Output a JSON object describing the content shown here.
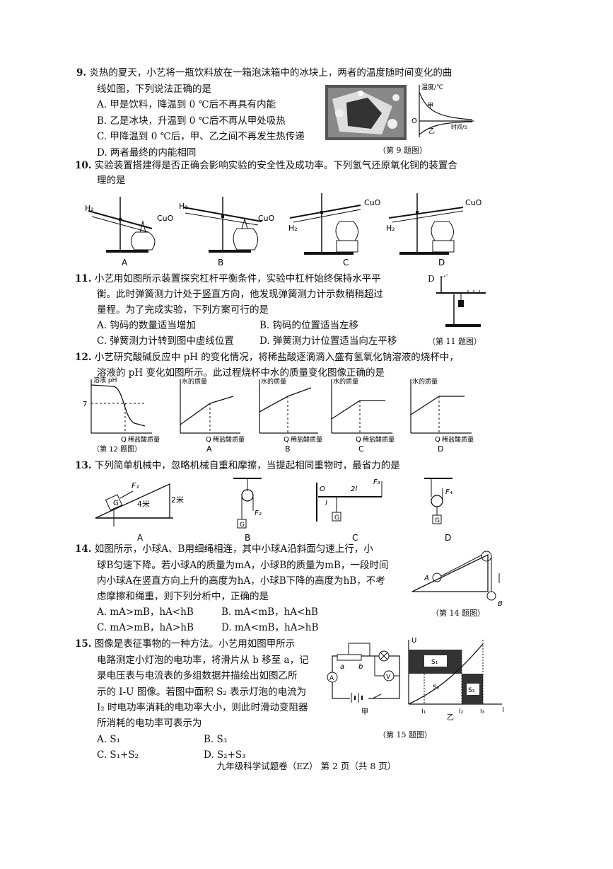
{
  "q9": {
    "num": "9.",
    "stem1": "炎热的夏天，小艺将一瓶饮料放在一箱泡沫箱中的冰块上，两者的温度随时间变化的曲",
    "stem2": "线如图，下列说法正确的是",
    "options": [
      "A. 甲是饮料，降温到 0 ℃后不再具有内能",
      "B. 乙是冰块，升温到 0 ℃后不再从甲处吸热",
      "C. 甲降温到 0 ℃后，甲、乙之间不再发生热传递",
      "D. 两者最终的内能相同"
    ],
    "graph": {
      "ylabel": "温度/℃",
      "xlabel": "时间/s",
      "origin": "O",
      "curve1": "甲",
      "curve2": "乙"
    },
    "caption": "（第 9 题图）"
  },
  "q10": {
    "num": "10.",
    "stem1": "实验装置搭建得是否正确会影响实验的安全性及成功率。下列氢气还原氧化铜的装置合",
    "stem2": "理的是",
    "h2": "H₂",
    "cuo": "CuO",
    "labels": [
      "A",
      "B",
      "C",
      "D"
    ]
  },
  "q11": {
    "num": "11.",
    "stem1": "小艺用如图所示装置探究杠杆平衡条件，实验中杠杆始终保持水平平",
    "stem2": "衡。此时弹簧测力计处于竖直方向，他发现弹簧测力计示数稍稍超过",
    "stem3": "量程。为了完成实验，下列方案可行的是",
    "options": [
      "A. 钩码的数量适当增加",
      "B. 钩码的位置适当左移",
      "C. 弹簧测力计转到图中虚线位置",
      "D. 弹簧测力计位置适当向左平移"
    ],
    "caption": "（第 11 题图）"
  },
  "q12": {
    "num": "12.",
    "stem1": "小艺研究酸碱反应中 pH 的变化情况，将稀盐酸逐滴滴入盛有氢氧化钠溶液的烧杯中，",
    "stem2": "溶液的 pH 变化如图所示。此过程烧杯中水的质量变化图像正确的是",
    "graph_ph": {
      "ylabel": "溶液 pH",
      "mark7": "7",
      "xlabel": "稀盐酸质量",
      "q": "Q"
    },
    "graph_water": {
      "ylabel": "水的质量",
      "xlabel": "稀盐酸质量",
      "q": "Q"
    },
    "caption": "（第 12 题图）",
    "labels": [
      "A",
      "B",
      "C",
      "D"
    ]
  },
  "q13": {
    "num": "13.",
    "stem": "下列简单机械中，忽略机械自重和摩擦，当提起相同重物时，最省力的是",
    "a": {
      "f": "F₁",
      "len": "4米",
      "h": "2米",
      "g": "G"
    },
    "b": {
      "f": "F₂",
      "g": "G"
    },
    "c": {
      "f": "F₃",
      "o": "O",
      "l2": "2l",
      "l": "l",
      "g": "G"
    },
    "d": {
      "f": "F₄",
      "g": "G"
    },
    "labels": [
      "A",
      "B",
      "C",
      "D"
    ]
  },
  "q14": {
    "num": "14.",
    "lines": [
      "如图所示，小球A、B用细绳相连，其中小球A沿斜面匀速上行，小",
      "球B匀速下降。若小球A的质量为mA，小球B的质量为mB，一段时间",
      "内小球A在竖直方向上升的高度为hA，小球B下降的高度为hB，不考",
      "虑摩擦和绳重，则下列分析中，正确的是"
    ],
    "options": [
      "A. mA>mB，hA<hB",
      "B. mA<mB，hA<hB",
      "C. mA>mB，hA>hB",
      "D. mA<mB，hA>hB"
    ],
    "ball_a": "A",
    "ball_b": "B",
    "caption": "（第 14 题图）"
  },
  "q15": {
    "num": "15.",
    "lines": [
      "图像是表征事物的一种方法。小艺用如图甲所示",
      "电路测定小灯泡的电功率，将滑片从 b 移至 a，记",
      "录电压表与电流表的多组数据并描绘出如图乙所",
      "示的 I-U 图像。若图中面积 S₂ 表示灯泡的电流为",
      "I₂ 时电功率消耗的电功率大小，则此时滑动变阻器",
      "所消耗的电功率可表示为"
    ],
    "options": [
      "A. S₁",
      "B. S₃",
      "C. S₁+S₂",
      "D. S₂+S₃"
    ],
    "circuit": {
      "a": "a",
      "b": "b",
      "ammeter": "A",
      "voltmeter": "V",
      "jia": "甲"
    },
    "graph": {
      "u": "U",
      "i": "I",
      "s1": "S₁",
      "s2": "S₂",
      "s3": "S₃",
      "i1": "I₁",
      "i2": "I₂",
      "i3": "I₃",
      "yi": "乙"
    },
    "caption": "（第 15 题图）"
  },
  "footer": "九年级科学试题卷（EZ） 第 2 页（共 8 页）"
}
